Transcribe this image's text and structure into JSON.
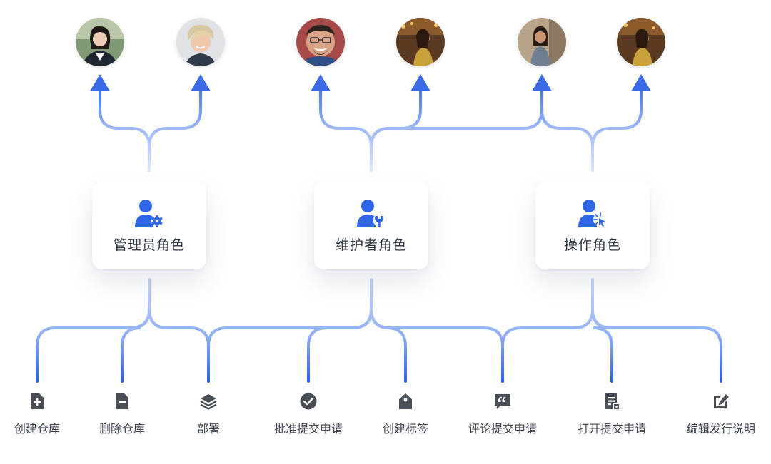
{
  "colors": {
    "line_light": "#c9d8fb",
    "line_mid": "#8fb0f6",
    "line_dark": "#3f6fe8",
    "arrow": "#3b6ae6",
    "icon_blue": "#2f66e6",
    "icon_gray": "#4a4f57",
    "text": "#2c3442"
  },
  "avatars": [
    {
      "id": "a1",
      "icon": "person-photo"
    },
    {
      "id": "a2",
      "icon": "person-photo"
    },
    {
      "id": "a3",
      "icon": "person-photo"
    },
    {
      "id": "a4",
      "icon": "person-photo"
    },
    {
      "id": "a5",
      "icon": "person-photo"
    },
    {
      "id": "a6",
      "icon": "person-photo"
    }
  ],
  "roles": [
    {
      "label": "管理员角色",
      "icon": "user-gear-icon"
    },
    {
      "label": "维护者角色",
      "icon": "user-wrench-icon"
    },
    {
      "label": "操作角色",
      "icon": "user-pointer-icon"
    }
  ],
  "permissions": [
    {
      "label": "创建仓库",
      "icon": "file-plus-icon"
    },
    {
      "label": "删除仓库",
      "icon": "file-minus-icon"
    },
    {
      "label": "部署",
      "icon": "layers-icon"
    },
    {
      "label": "批准提交申请",
      "icon": "check-circle-icon"
    },
    {
      "label": "创建标签",
      "icon": "tag-icon"
    },
    {
      "label": "评论提交申请",
      "icon": "comment-quote-icon"
    },
    {
      "label": "打开提交申请",
      "icon": "document-list-icon"
    },
    {
      "label": "编辑发行说明",
      "icon": "edit-icon"
    }
  ]
}
